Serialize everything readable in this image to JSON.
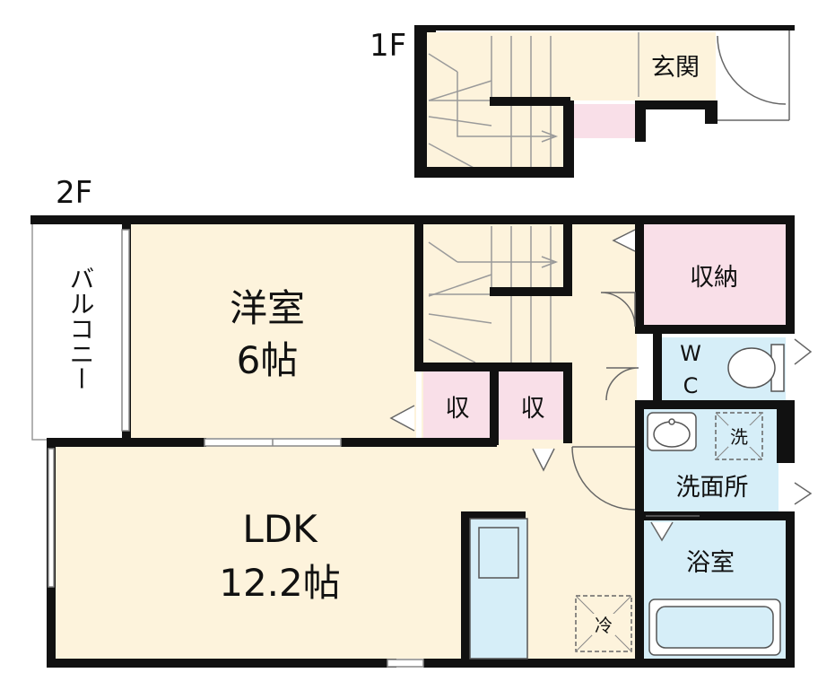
{
  "floors": {
    "first": {
      "label": "1F"
    },
    "second": {
      "label": "2F"
    }
  },
  "rooms": {
    "genkan": "玄関",
    "balcony": "バルコニー",
    "western_room": {
      "name": "洋室",
      "size": "6帖"
    },
    "ldk": {
      "name": "LDK",
      "size": "12.2帖"
    },
    "storage_large": "収納",
    "storage_small_1": "収",
    "storage_small_2": "収",
    "wc_w": "W",
    "wc_c": "C",
    "washroom": "洗面所",
    "bath": "浴室"
  },
  "fixtures": {
    "washer_mark": "洗",
    "fridge_mark": "冷"
  },
  "colors": {
    "wall": "#111111",
    "floor": "#fdf3dc",
    "storage": "#f9dfe8",
    "water": "#d6eef8",
    "balcony": "#ffffff"
  }
}
